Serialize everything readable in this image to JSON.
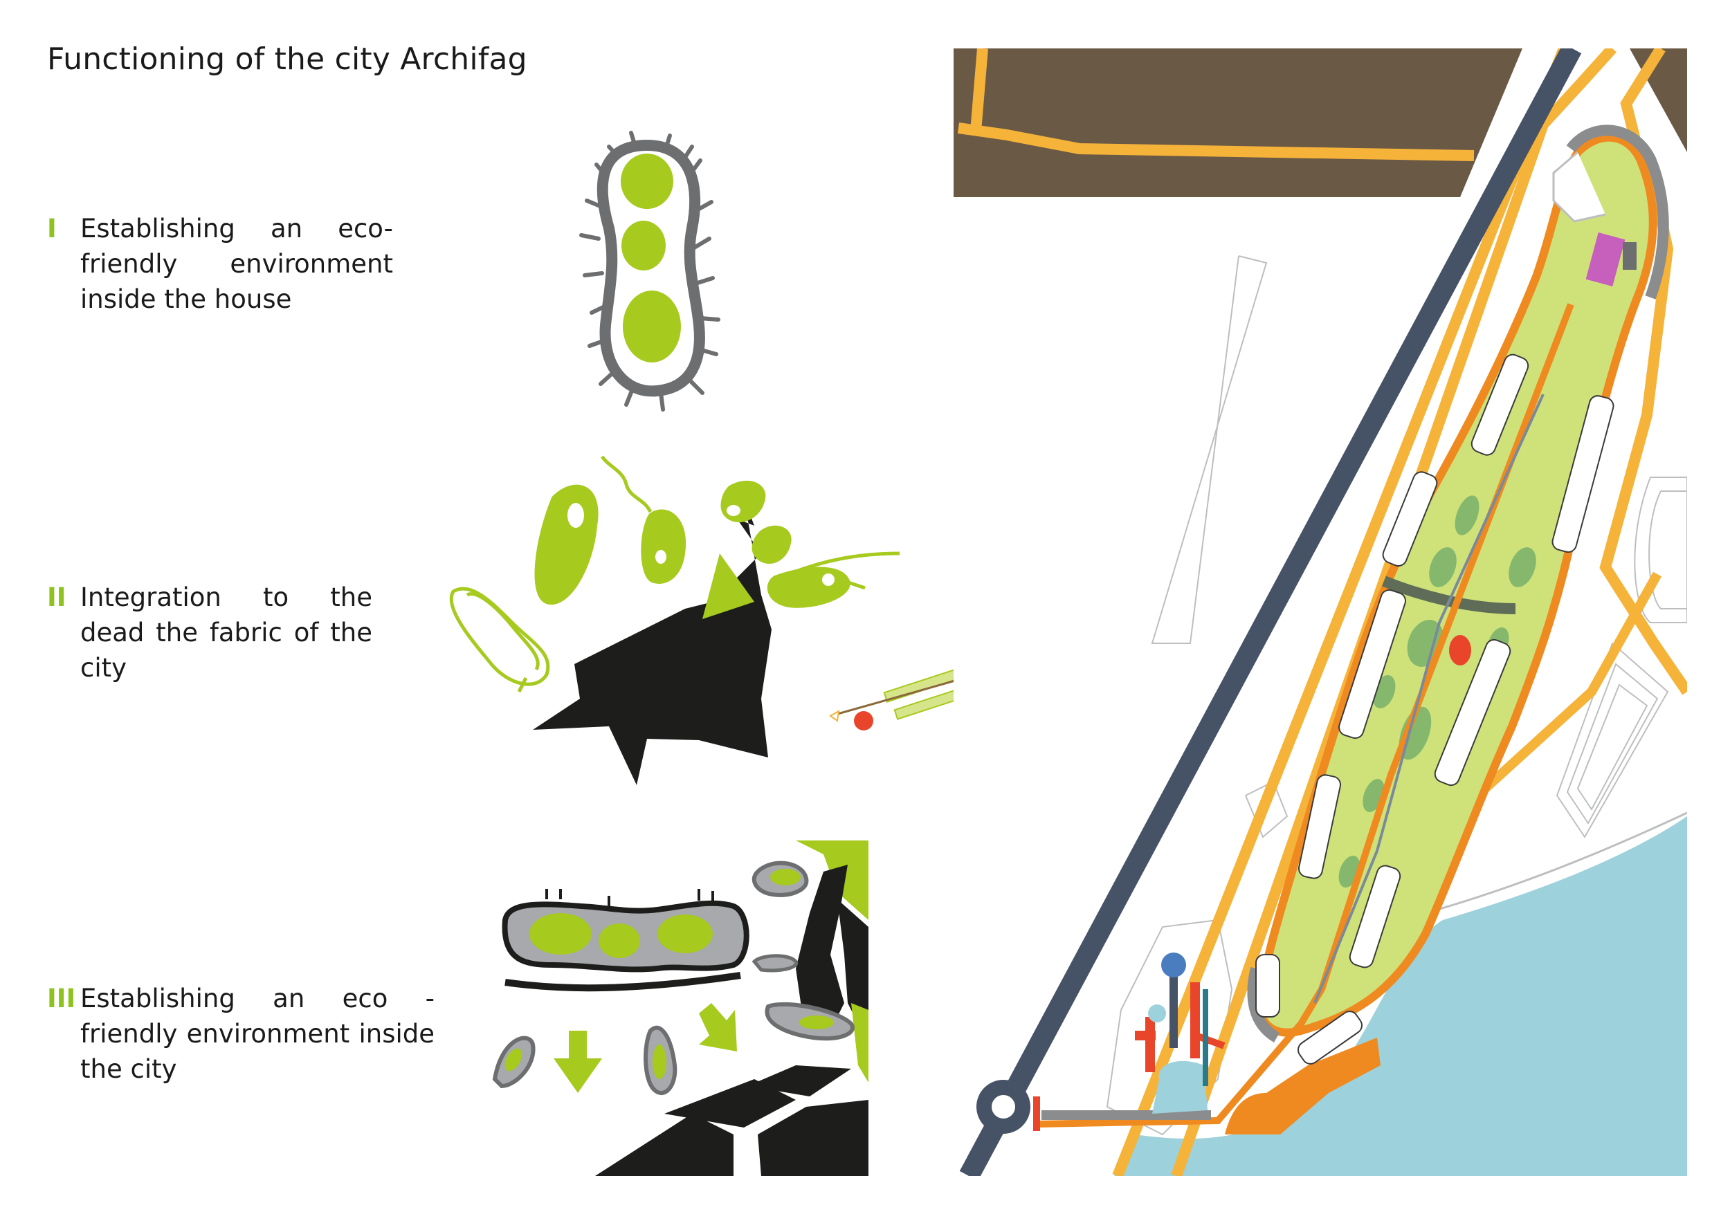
{
  "title": "Functioning of the city Archifag",
  "stages": [
    {
      "numeral": "I",
      "text": "Establishing an eco-friendly environment inside the house"
    },
    {
      "numeral": "II",
      "text": "Integration to the dead the fabric of the city"
    },
    {
      "numeral": "III",
      "text": "Establishing an eco -friendly environment inside the city"
    }
  ],
  "colors": {
    "lime": "#a6ca1e",
    "dark": "#1d1e1c",
    "gray": "#6d6e70",
    "road_orange": "#f6b33a",
    "deep_orange": "#ef8a20",
    "highway": "#465266",
    "water": "#9dd1db",
    "brown_land": "#6a5945",
    "park_green": "#cfe27a",
    "red_point": "#e8452b"
  }
}
